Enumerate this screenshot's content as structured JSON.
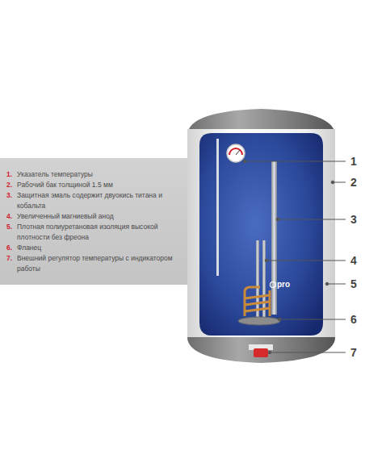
{
  "diagram": {
    "nodes": [
      {
        "text": [
          "1.",
          "Указатель температуры",
          "2.",
          "Рабочий бак толщиной 1.5 мм",
          "3.",
          "Защитная эмаль содержит двуокись титана и кобальта",
          "4.",
          "Увеличенный магниевый анод",
          "5.",
          "Плотная полиуретановая изоляция высокой плотности без фреона",
          "6.",
          "Фланец",
          "7.",
          "Внешний регулятор температуры с индикатором работы"
        ]
      }
    ],
    "labels": [
      "1",
      "2",
      "3",
      "4",
      "5",
      "6",
      "7",
      "pro"
    ]
  }
}
